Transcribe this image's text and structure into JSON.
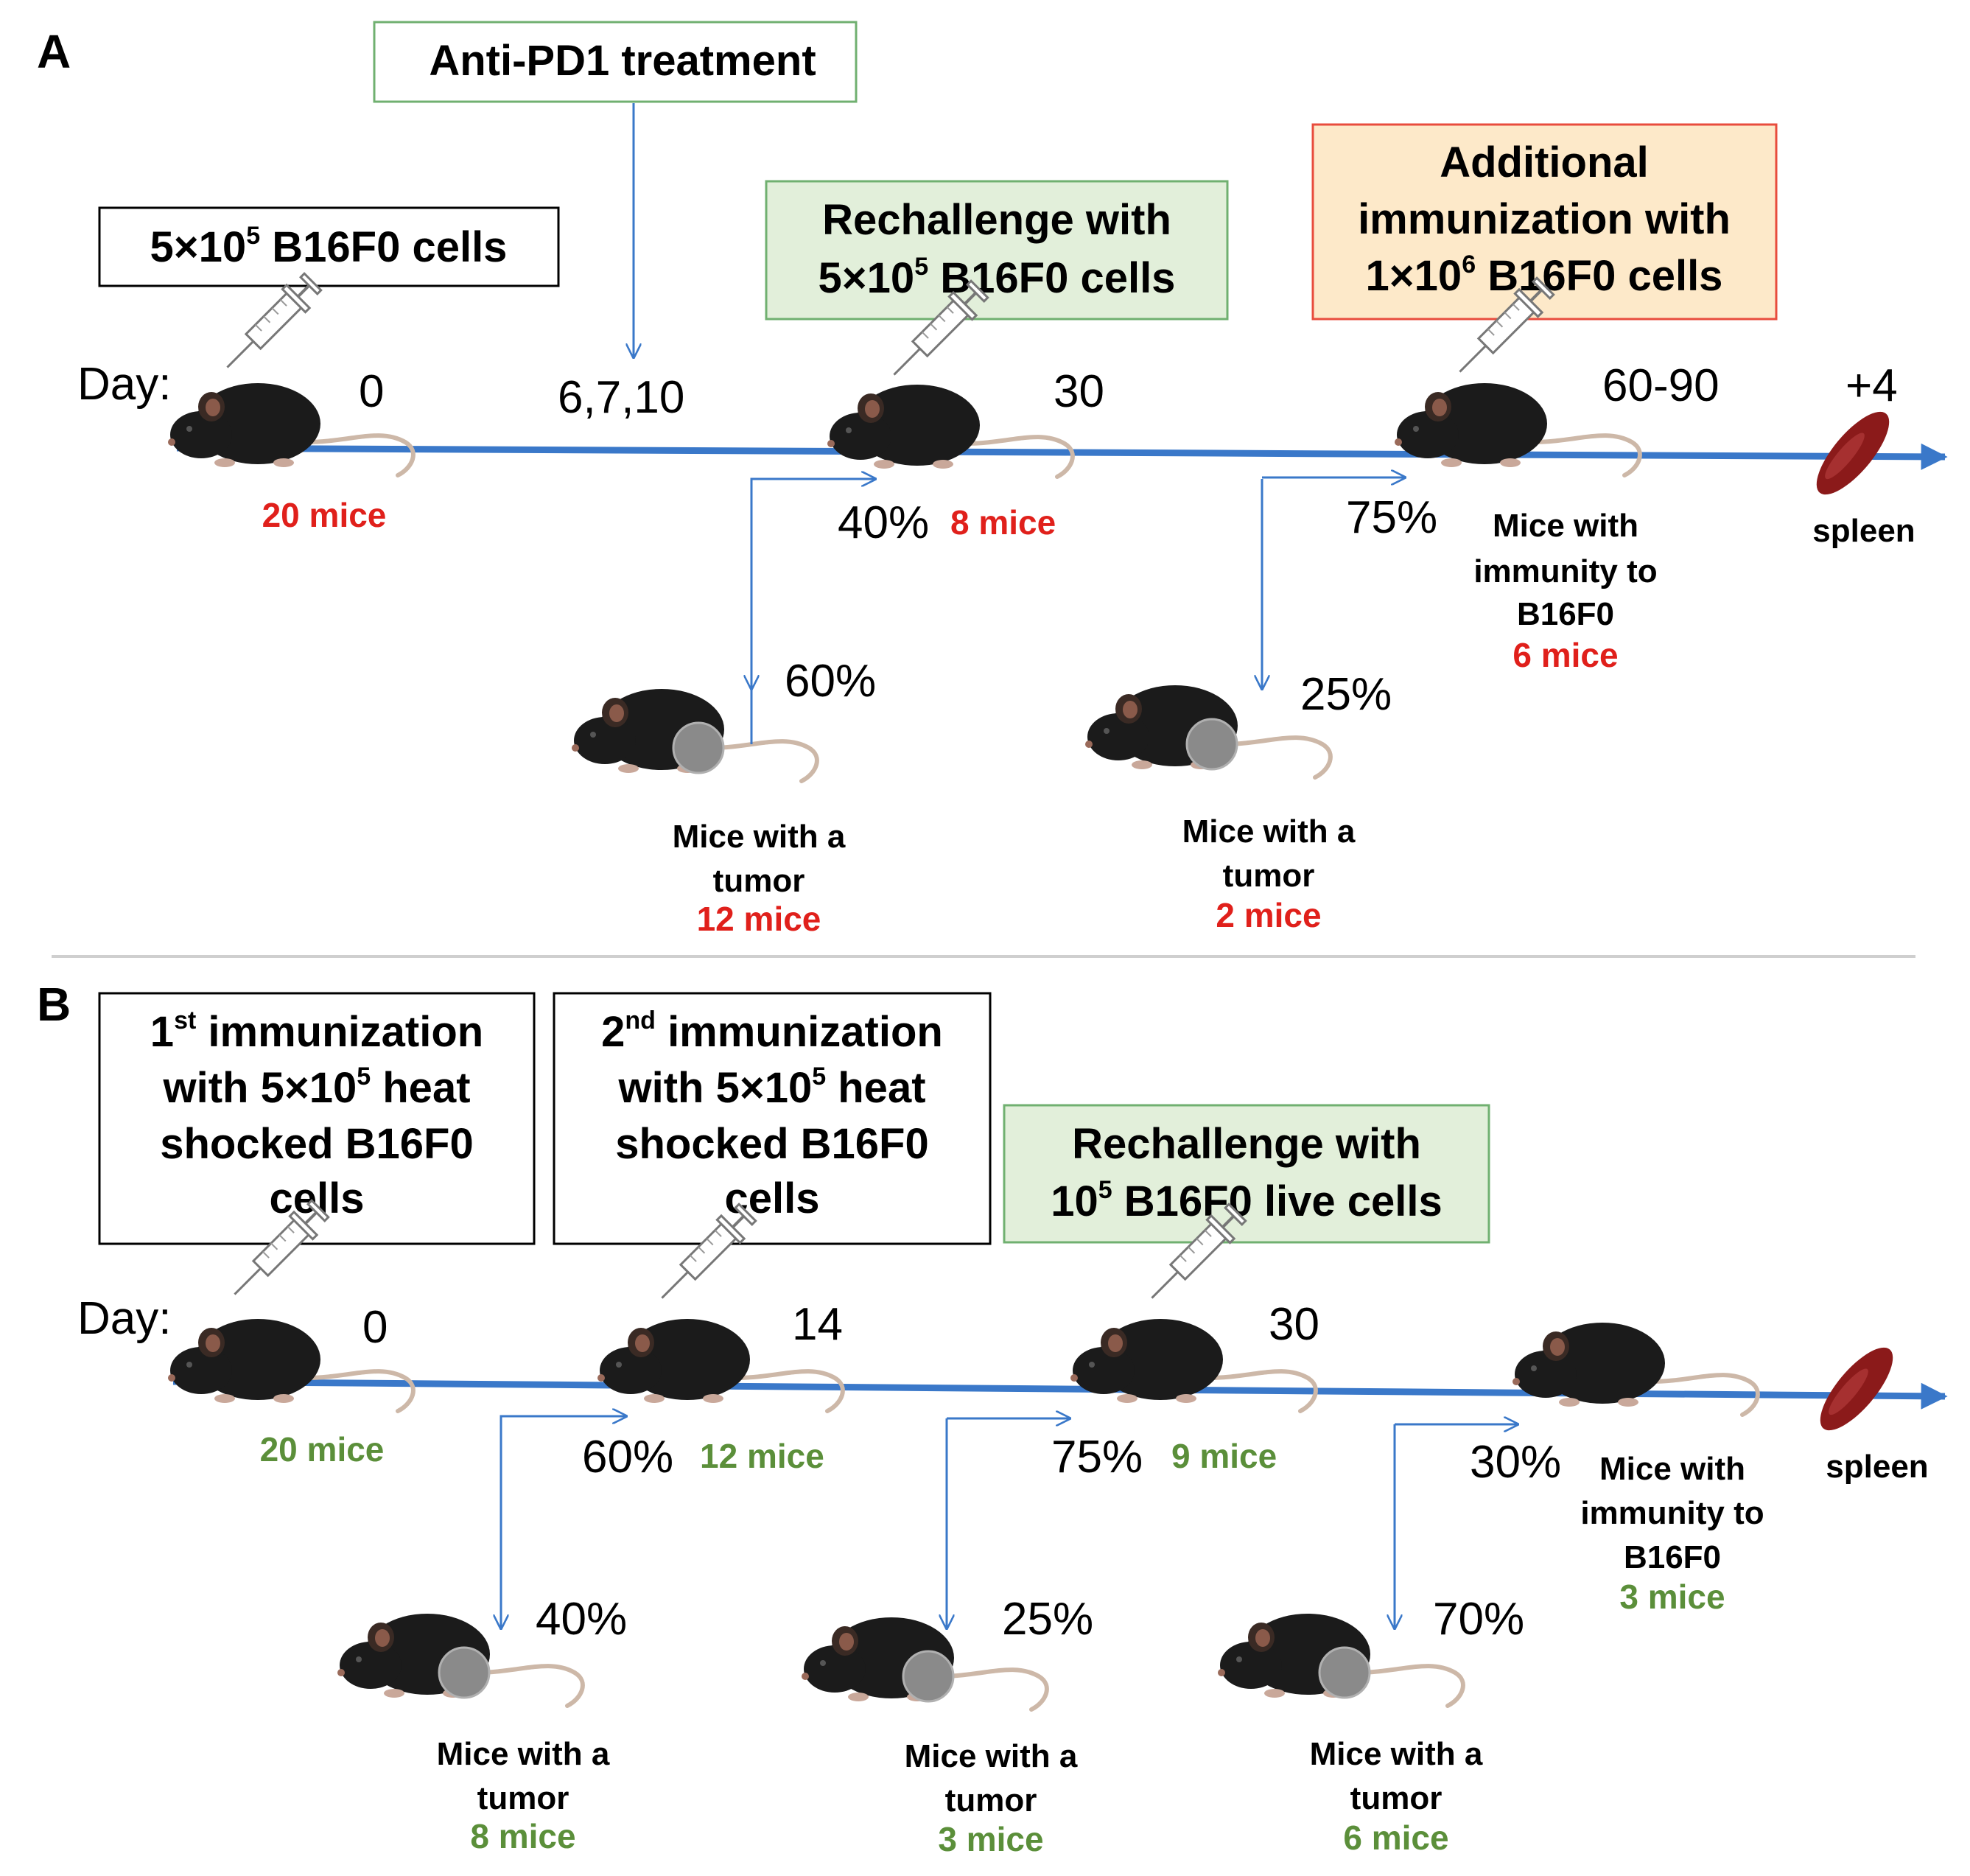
{
  "colors": {
    "timeline": "#3a78c9",
    "red_count": "#e0201b",
    "green_count": "#5b8f3a",
    "green_box_fill": "#e2efda",
    "green_box_stroke": "#70b070",
    "orange_box_fill": "#fde9c9",
    "orange_box_stroke": "#e84c3d",
    "mouse": "#1b1b1b",
    "tumor": "#8a8a8a",
    "spleen": "#8b1a1a"
  },
  "panelA": {
    "letter": "A",
    "day_label": "Day:",
    "box_injection": {
      "pre": "5×10",
      "sup": "5",
      "post": " B16F0 cells"
    },
    "box_antipd1": "Anti-PD1 treatment",
    "box_rechallenge": {
      "line1": "Rechallenge with",
      "line2_pre": "5×10",
      "line2_sup": "5",
      "line2_post": " B16F0 cells"
    },
    "box_additional": {
      "line1": "Additional",
      "line2": "immunization with",
      "line3_pre": "1×10",
      "line3_sup": "6",
      "line3_post": " B16F0 cells"
    },
    "days": [
      "0",
      "6,7,10",
      "30",
      "60-90",
      "+4"
    ],
    "count_start": "20 mice",
    "pct_survive_1": "40%",
    "count_survive_1": "8 mice",
    "pct_tumor_1": "60%",
    "tumor_1_caption": [
      "Mice with a",
      "tumor"
    ],
    "tumor_1_count": "12 mice",
    "pct_survive_2": "75%",
    "immune_caption": [
      "Mice with",
      "immunity  to",
      "B16F0"
    ],
    "immune_count": "6 mice",
    "pct_tumor_2": "25%",
    "tumor_2_caption": [
      "Mice with a",
      "tumor"
    ],
    "tumor_2_count": "2 mice",
    "spleen_label": "spleen"
  },
  "panelB": {
    "letter": "B",
    "day_label": "Day:",
    "box_first": {
      "line1_pre": "1",
      "line1_sup": "st",
      "line1_post": " immunization",
      "line2_pre": "with 5×10",
      "line2_sup": "5",
      "line2_post": " heat",
      "line3": "shocked B16F0",
      "line4": "cells"
    },
    "box_second": {
      "line1_pre": "2",
      "line1_sup": "nd",
      "line1_post": " immunization",
      "line2_pre": "with 5×10",
      "line2_sup": "5",
      "line2_post": " heat",
      "line3": "shocked B16F0",
      "line4": "cells"
    },
    "box_rechallenge": {
      "line1": "Rechallenge with",
      "line2_pre": "10",
      "line2_sup": "5",
      "line2_post": " B16F0 live cells"
    },
    "days": [
      "0",
      "14",
      "30"
    ],
    "count_start": "20 mice",
    "pct_survive_1": "60%",
    "count_survive_1": "12 mice",
    "pct_tumor_1": "40%",
    "tumor_1_caption": [
      "Mice with a",
      "tumor"
    ],
    "tumor_1_count": "8 mice",
    "pct_survive_2": "75%",
    "count_survive_2": "9 mice",
    "pct_tumor_2": "25%",
    "tumor_2_caption": [
      "Mice with a",
      "tumor"
    ],
    "tumor_2_count": "3 mice",
    "pct_survive_3": "30%",
    "immune_caption": [
      "Mice with",
      "immunity  to",
      "B16F0"
    ],
    "immune_count": "3 mice",
    "pct_tumor_3": "70%",
    "tumor_3_caption": [
      "Mice with a",
      "tumor"
    ],
    "tumor_3_count": "6 mice",
    "spleen_label": "spleen"
  }
}
